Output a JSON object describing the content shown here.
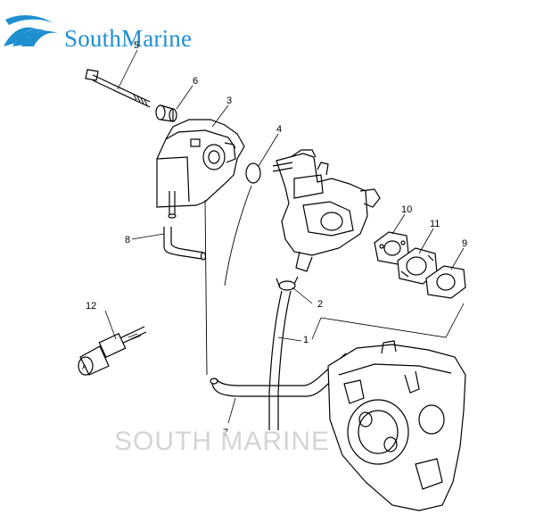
{
  "brand": {
    "name": "SouthMarine",
    "logo_icon": "wave-logo-icon",
    "color": "#1f8fd0"
  },
  "watermark": {
    "text": "SOUTH MARINE",
    "color": "#d4d4d4"
  },
  "callouts": [
    {
      "id": "1",
      "ref": "fuel-hose"
    },
    {
      "id": "2",
      "ref": "hose-clip"
    },
    {
      "id": "3",
      "ref": "fuel-tank"
    },
    {
      "id": "4",
      "ref": "o-ring"
    },
    {
      "id": "5",
      "ref": "bolt"
    },
    {
      "id": "6",
      "ref": "collar"
    },
    {
      "id": "7",
      "ref": "fuel-hose-lower"
    },
    {
      "id": "8",
      "ref": "hose-elbow"
    },
    {
      "id": "9",
      "ref": "gasket"
    },
    {
      "id": "10",
      "ref": "gasket-insulator"
    },
    {
      "id": "11",
      "ref": "insulator"
    },
    {
      "id": "12",
      "ref": "choke-knob"
    }
  ]
}
